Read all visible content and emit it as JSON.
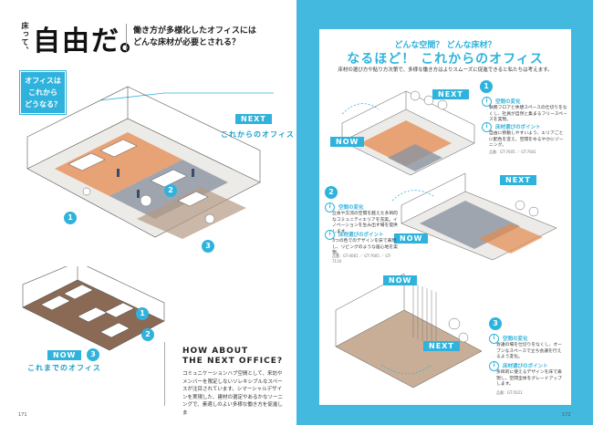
{
  "left": {
    "tate_label": "床って、",
    "title": "自由だ。",
    "subtitle_line1": "働き方が多様化したオフィスには",
    "subtitle_line2": "どんな床材が必要とされる？",
    "question_lines": [
      "オフィスは",
      "これから",
      "どうなる？"
    ],
    "next_label": "NEXT",
    "next_caption": "これからのオフィス",
    "now_label": "NOW",
    "now_caption": "これまでのオフィス",
    "section_heading_line1": "HOW ABOUT",
    "section_heading_line2": "THE NEXT OFFICE?",
    "body": "コミュニケーションハブ空間として、来訪やメンバーを限定しないソレキシブルなスペースが注目されています。シマーシャルデザインを実現した、建材の選定やあるかなソーニングで、素適しのよい多様な働き方を促進しま",
    "page_number": "171",
    "markers": [
      "1",
      "2",
      "3"
    ]
  },
  "right": {
    "kicker": "どんな空間？ どんな床材？",
    "title": "なるほど！ これからのオフィス",
    "lead": "床材の選び方や貼り方次第で、多様な働き方はよりスムーズに促進できると私たちは考えます。",
    "next_tag": "NEXT",
    "now_tag": "NOW",
    "points": [
      {
        "number": "1",
        "change_head": "空間の変化",
        "change_body": "執務フロアと休憩スペースの仕切りをなくし、社員が自然と集まるフリースペースを実現。",
        "floor_head": "床材選びのポイント",
        "floor_body": "自由に移動しやすいよう、エリアごとに配色を変え、空間をゆるやかにゾーニング。",
        "code": "品番：GT-7605 ／ GT-7601"
      },
      {
        "number": "2",
        "change_head": "空間の変化",
        "change_body": "立食や交流の空間を越えた多目的なコミュニティエリアを充実。イノベーションを生み出す場を提供します。",
        "floor_head": "床材選びのポイント",
        "floor_body": "3つの色でのデザインを床で表現し、リビングのような居心地を実現。",
        "code": "品番：GT-4061 ／ GT-7605 ／ GT-7110"
      },
      {
        "number": "3",
        "change_head": "空間の変化",
        "change_body": "会議の場を仕切りをなくし、オープンなスペースで立ち会議を行えるよう変化。",
        "floor_head": "床材選びのポイント",
        "floor_body": "多目的に使えるデザインを床で表現し、空間全体をグレードアップします。",
        "code": "品番：GT-5021"
      }
    ],
    "page_number": "172"
  },
  "colors": {
    "accent": "#2fb3dc",
    "right_bg": "#43b9df",
    "floor_orange": "#e58a4f",
    "floor_grey": "#8c93a0",
    "floor_wood": "#8a6a55"
  }
}
